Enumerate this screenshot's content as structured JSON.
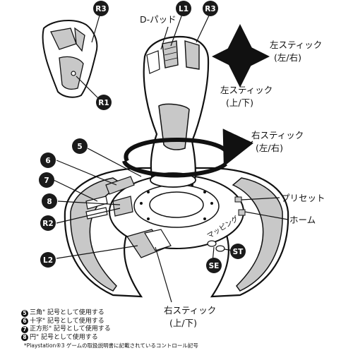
{
  "labels": {
    "dpad": "D-パッド",
    "left_stick_lr_1": "左スティック",
    "left_stick_lr_2": "(左/右)",
    "left_stick_ud_1": "左スティック",
    "left_stick_ud_2": "(上/下)",
    "right_stick_lr_1": "右スティック",
    "right_stick_lr_2": "(左/右)",
    "right_stick_ud_1": "右スティック",
    "right_stick_ud_2": "(上/下)",
    "preset": "プリセット",
    "home": "ホーム",
    "mapping": "マッピング"
  },
  "badges": {
    "r3_top": "R3",
    "l1": "L1",
    "r3_stick": "R3",
    "r1": "R1",
    "n5": "5",
    "n6": "6",
    "n7": "7",
    "n8": "8",
    "r2": "R2",
    "l2": "L2",
    "st": "ST",
    "se": "SE"
  },
  "legend": {
    "rows": [
      {
        "num": "5",
        "text": "三角\" 記号として使用する"
      },
      {
        "num": "6",
        "text": "十字\" 記号として使用する"
      },
      {
        "num": "7",
        "text": "正方形\" 記号として使用する"
      },
      {
        "num": "8",
        "text": "円\" 記号として使用する"
      }
    ],
    "note": "*Playstation®3 ゲームの取扱説明書に記載されているコントロール記号"
  },
  "colors": {
    "ink": "#111111",
    "panel_gray": "#c8c8c8",
    "badge": "#1a1a1a"
  }
}
